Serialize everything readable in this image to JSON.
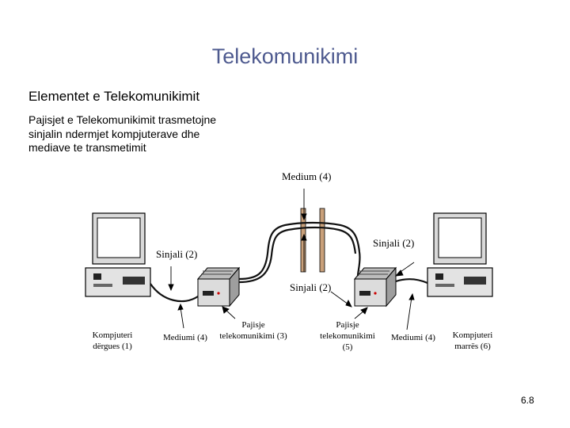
{
  "slide": {
    "title": "Telekomunikimi",
    "subtitle": "Elementet e Telekomunikimit",
    "body": "Pajisjet e Telekomunikimit trasmetojne sinjalin ndermjet kompjuterave dhe mediave te transmetimit",
    "page_number": "6.8"
  },
  "diagram": {
    "labels": {
      "medium_top": "Medium (4)",
      "signal_left": "Sinjali (2)",
      "signal_right": "Sinjali (2)",
      "signal_center": "Sinjali (2)",
      "sender_line1": "Kompjuteri",
      "sender_line2": "dërgues (1)",
      "medium_left": "Mediumi (4)",
      "device_left_line1": "Pajisje",
      "device_left_line2": "telekomunikimi (3)",
      "device_right_line1": "Pajisje",
      "device_right_line2": "telekomunikimi",
      "device_right_line3": "(5)",
      "medium_right": "Mediumi (4)",
      "receiver_line1": "Kompjuteri",
      "receiver_line2": "marrës (6)"
    }
  }
}
